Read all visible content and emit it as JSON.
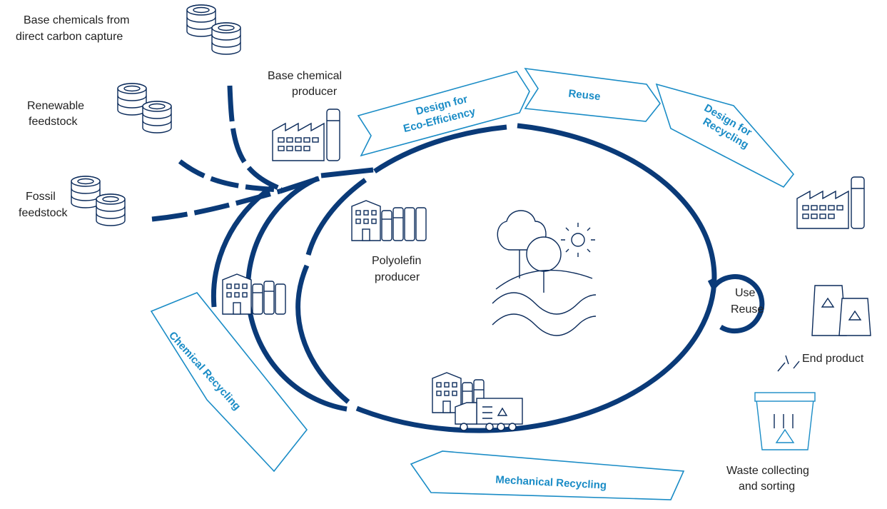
{
  "labels": {
    "base_chem_dcc_line1": "Base chemicals from",
    "base_chem_dcc_line2": "direct carbon capture",
    "renewable_line1": "Renewable",
    "renewable_line2": "feedstock",
    "fossil_line1": "Fossil",
    "fossil_line2": "feedstock",
    "base_producer_line1": "Base chemical",
    "base_producer_line2": "producer",
    "polyolefin_line1": "Polyolefin",
    "polyolefin_line2": "producer",
    "use_line1": "Use",
    "use_line2": "Reuse",
    "end_product": "End product",
    "waste_line1": "Waste  collecting",
    "waste_line2": "and sorting"
  },
  "banners": {
    "eco_line1": "Design for",
    "eco_line2": "Eco-Efficiency",
    "reuse": "Reuse",
    "recycling_line1": "Design for",
    "recycling_line2": "Recycling",
    "chemical": "Chemical Recycling",
    "mechanical": "Mechanical Recycling"
  },
  "colors": {
    "cycle": "#0a3a78",
    "accent": "#1a8cc6",
    "icon_stroke": "#0a2a5a"
  }
}
